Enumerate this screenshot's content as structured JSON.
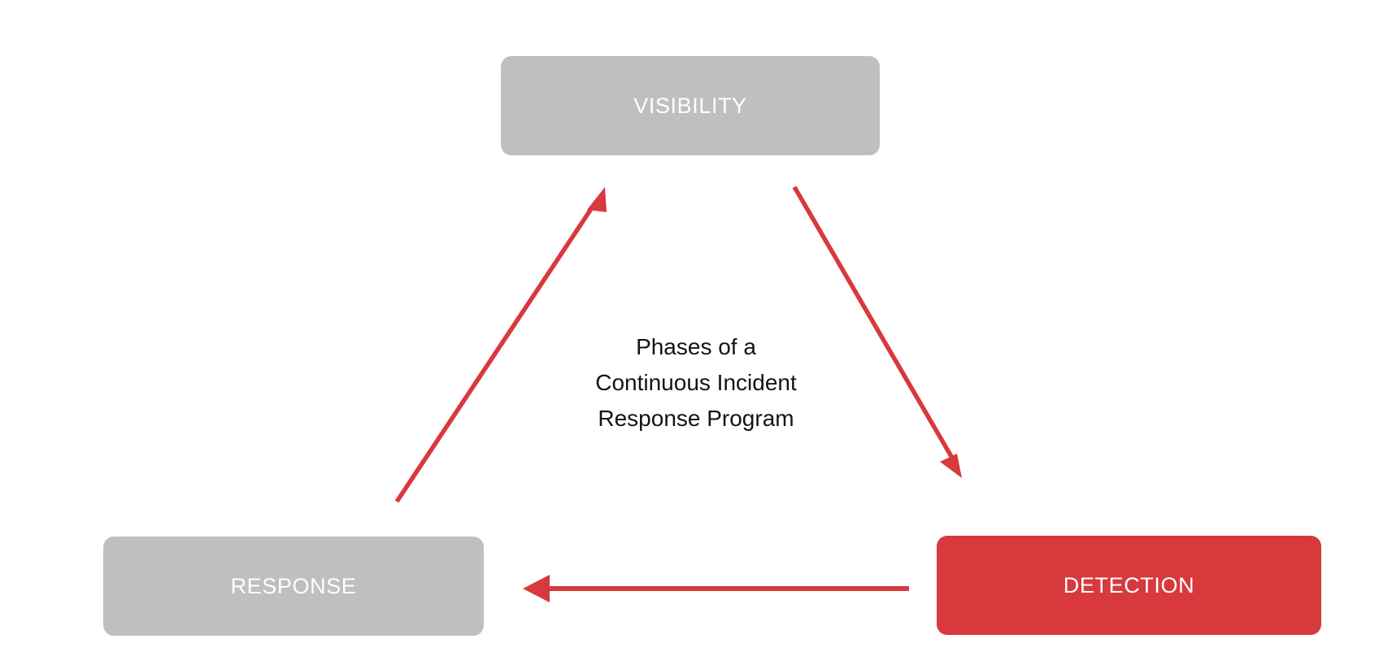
{
  "diagram": {
    "type": "cycle",
    "background_color": "#ffffff",
    "accent_color": "#d8393d",
    "muted_color": "#bfbfbf",
    "text_color": "#141414",
    "node_label_color": "#ffffff",
    "caption": {
      "lines": [
        "Phases of a",
        "Continuous Incident",
        "Response Program"
      ],
      "full_text": "Phases of a Continuous Incident Response Program"
    },
    "nodes": [
      {
        "id": "visibility",
        "label": "VISIBILITY",
        "fill": "#bfbfbf",
        "state": "inactive",
        "position": "top-center"
      },
      {
        "id": "response",
        "label": "RESPONSE",
        "fill": "#bfbfbf",
        "state": "inactive",
        "position": "bottom-left"
      },
      {
        "id": "detection",
        "label": "DETECTION",
        "fill": "#d8393d",
        "state": "active",
        "position": "bottom-right"
      }
    ],
    "arrows": [
      {
        "id": "visibility-to-detection",
        "from": "visibility",
        "to": "detection",
        "color": "#d8393d",
        "direction": "down-right"
      },
      {
        "id": "detection-to-response",
        "from": "detection",
        "to": "response",
        "color": "#d8393d",
        "direction": "left"
      },
      {
        "id": "response-to-visibility",
        "from": "response",
        "to": "visibility",
        "color": "#d8393d",
        "direction": "up-right"
      }
    ]
  }
}
